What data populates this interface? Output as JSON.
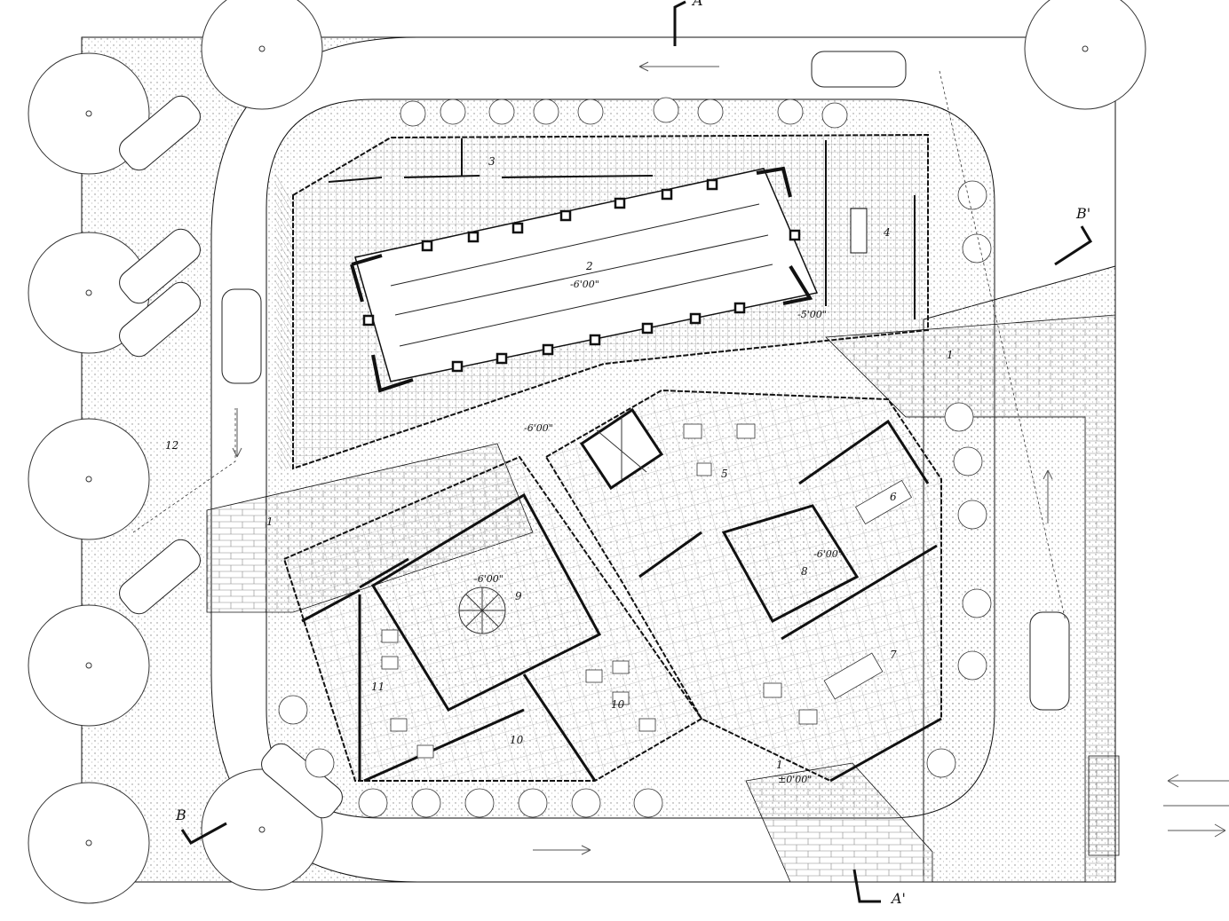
{
  "section_markers": {
    "a_top": "A",
    "a_bottom": "A'",
    "b_left": "B",
    "b_right": "B'"
  },
  "room_numbers": {
    "r1_east": "1",
    "r1_west": "1",
    "r1_south": "1",
    "r2": "2",
    "r3": "3",
    "r4": "4",
    "r5": "5",
    "r6": "6",
    "r7": "7",
    "r8": "8",
    "r9": "9",
    "r10_mid": "10",
    "r10_low": "10",
    "r11": "11",
    "r12": "12"
  },
  "levels": {
    "hall": "-6'00\"",
    "hall_east": "-5'00\"",
    "ramp": "-6'00\"",
    "court_west": "-6'00\"",
    "court_east": "-6'00\"",
    "entry": "±0'00\""
  },
  "colors": {
    "line": "#111111",
    "hatch": "#6b6b6b",
    "shadow": "#bdbdbd",
    "paper": "#ffffff"
  }
}
